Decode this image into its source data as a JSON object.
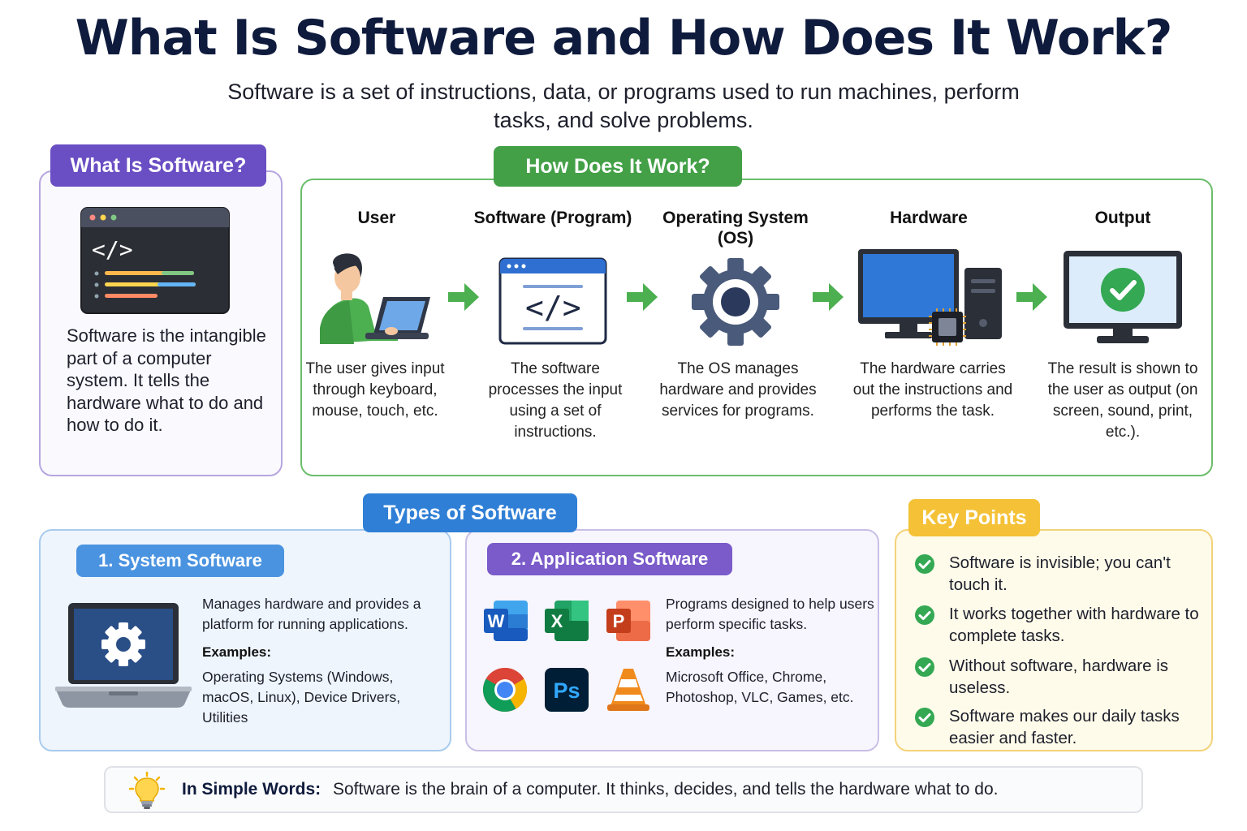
{
  "title": "What Is Software and How Does It Work?",
  "subtitle": "Software is a set of instructions, data, or programs used to run machines, perform tasks, and solve problems.",
  "what_is": {
    "heading": "What Is Software?",
    "text": "Software is the intangible part of a computer system. It tells the hardware what to do and how to do it."
  },
  "how_it_works": {
    "heading": "How Does It Work?",
    "steps": [
      {
        "title": "User",
        "desc": "The user gives input through keyboard, mouse, touch, etc.",
        "icon": "user-laptop-icon"
      },
      {
        "title": "Software (Program)",
        "desc": "The software processes the input using a set of instructions.",
        "icon": "code-window-icon"
      },
      {
        "title": "Operating System (OS)",
        "desc": "The OS manages hardware and provides services for programs.",
        "icon": "gear-icon"
      },
      {
        "title": "Hardware",
        "desc": "The hardware carries out the instructions and performs the task.",
        "icon": "computer-hardware-icon"
      },
      {
        "title": "Output",
        "desc": "The result is shown to the user as output (on screen, sound, print, etc.).",
        "icon": "monitor-check-icon"
      }
    ]
  },
  "types": {
    "heading": "Types of Software",
    "system": {
      "heading": "1. System Software",
      "desc": "Manages hardware and provides a platform for running applications.",
      "examples_label": "Examples:",
      "examples": "Operating Systems (Windows, macOS, Linux), Device Drivers, Utilities"
    },
    "application": {
      "heading": "2. Application Software",
      "desc": "Programs designed to help users perform specific tasks.",
      "examples_label": "Examples:",
      "examples": "Microsoft Office, Chrome, Photoshop, VLC, Games, etc.",
      "app_icons": [
        {
          "name": "word-icon",
          "letter": "W",
          "color": "#2b5cb8"
        },
        {
          "name": "excel-icon",
          "letter": "X",
          "color": "#1e7a45"
        },
        {
          "name": "powerpoint-icon",
          "letter": "P",
          "color": "#d24726"
        },
        {
          "name": "chrome-icon",
          "letter": "",
          "color": "#4285f4"
        },
        {
          "name": "photoshop-icon",
          "letter": "Ps",
          "color": "#31a8ff"
        },
        {
          "name": "vlc-icon",
          "letter": "",
          "color": "#f08a1c"
        }
      ]
    }
  },
  "key_points": {
    "heading": "Key Points",
    "items": [
      "Software is invisible; you can't touch it.",
      "It works together with hardware to complete tasks.",
      "Without software, hardware is useless.",
      "Software makes our daily tasks easier and faster."
    ]
  },
  "simple_words": {
    "label": "In Simple Words:",
    "text": "Software is the brain of a computer. It thinks, decides, and tells the hardware what to do."
  },
  "colors": {
    "purple": "#6a4ec4",
    "green": "#43a047",
    "blue": "#2f7fd6",
    "yellow": "#f4c137",
    "navy": "#0f1b3d"
  }
}
